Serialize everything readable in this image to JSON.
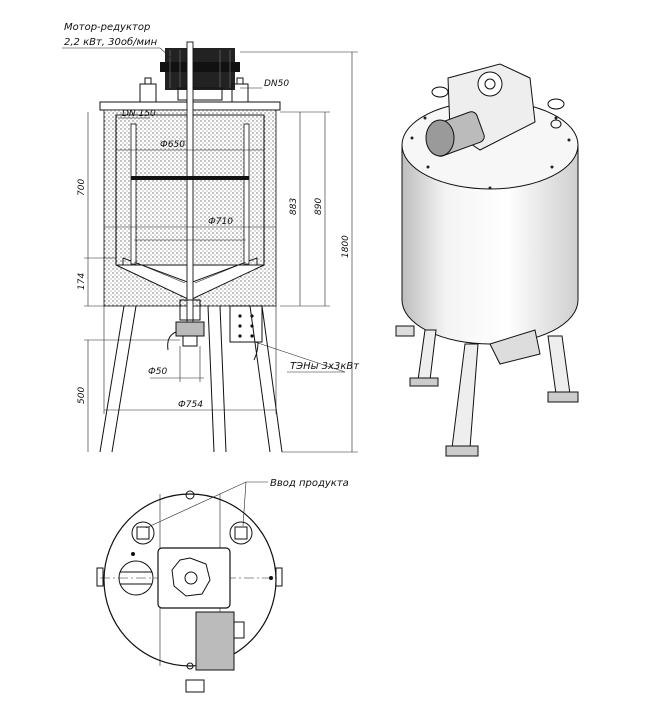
{
  "labels": {
    "motor_title": "Мотор-редуктор",
    "motor_specs": "2,2 кВт, 30об/мин",
    "dn50": "DN50",
    "dn150": "DN 150",
    "d650": "Ф650",
    "d710": "Ф710",
    "d50": "Ф50",
    "d754": "Ф754",
    "h700": "700",
    "h174": "174",
    "h500": "500",
    "h883": "883",
    "h890": "890",
    "h1800": "1800",
    "heaters": "ТЭНы 3х3кВт",
    "product_inlet": "Ввод продукта"
  },
  "colors": {
    "line": "#111111",
    "paper": "#ffffff",
    "shade": "#d8d8d8"
  },
  "icons": {
    "motor": "motor-gear-icon",
    "valve": "drain-valve-icon"
  }
}
